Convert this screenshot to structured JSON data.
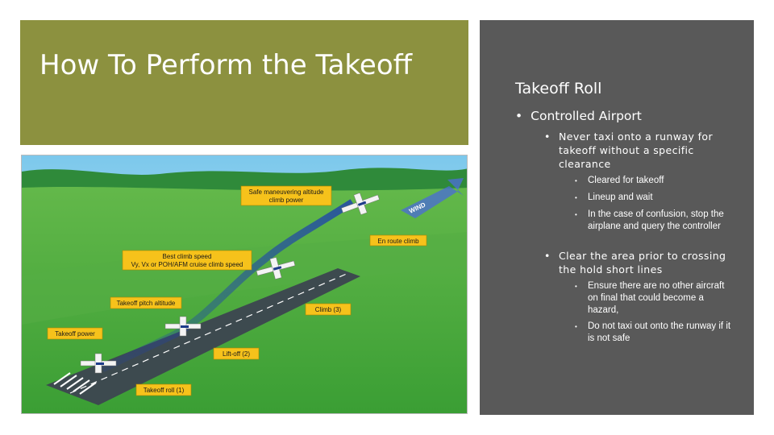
{
  "slide": {
    "title": "How To Perform the Takeoff"
  },
  "figure": {
    "labels": {
      "safe_maneuvering_1": "Safe maneuvering altitude",
      "safe_maneuvering_2": "climb power",
      "wind": "WIND",
      "en_route_climb": "En route climb",
      "best_climb_1": "Best climb speed",
      "best_climb_2": "Vy, Vx or POH/AFM cruise climb speed",
      "takeoff_pitch": "Takeoff pitch altitude",
      "climb3": "Climb (3)",
      "takeoff_power": "Takeoff power",
      "liftoff2": "Lift-off (2)",
      "takeoff_roll1": "Takeoff roll (1)"
    }
  },
  "content": {
    "heading": "Takeoff Roll",
    "level1_item": "Controlled Airport",
    "bullets": [
      "Never taxi onto a runway for takeoff without a specific clearance",
      "Clear the area prior to crossing the hold short lines"
    ],
    "sub_bullets_a": [
      "Cleared for takeoff",
      "Lineup and wait",
      "In the case of confusion, stop the airplane and query the controller"
    ],
    "sub_bullets_b": [
      "Ensure there are no other aircraft on final that could become a hazard,",
      "Do not taxi out onto the runway if it is not safe"
    ]
  },
  "colors": {
    "title_panel": "#8c913f",
    "content_panel": "#595959",
    "label_fill": "#f6c21b"
  }
}
